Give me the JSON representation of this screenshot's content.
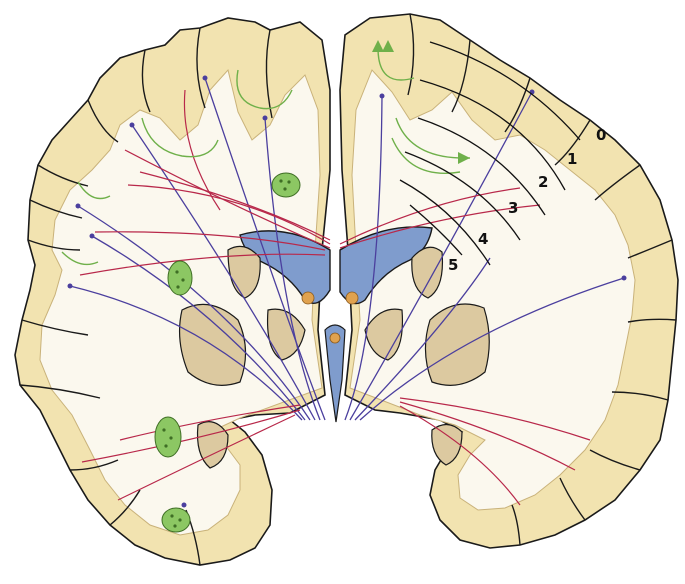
{
  "colors": {
    "background": "#ffffff",
    "cortex_gray_matter": "#f2e3b0",
    "white_matter": "#fbf8ee",
    "outline": "#1a1a1a",
    "ventricle": "#7f9ccd",
    "deep_nuclei": "#dcc9a0",
    "projection_fibers": "#4b3f9e",
    "association_fibers": "#b8284a",
    "u_fibers": "#6fb04a",
    "green_bundle_fill": "#8cc763",
    "choroid": "#e0a24f"
  },
  "zone_labels": [
    "0",
    "1",
    "2",
    "3",
    "4",
    "5"
  ],
  "structure_labels": []
}
